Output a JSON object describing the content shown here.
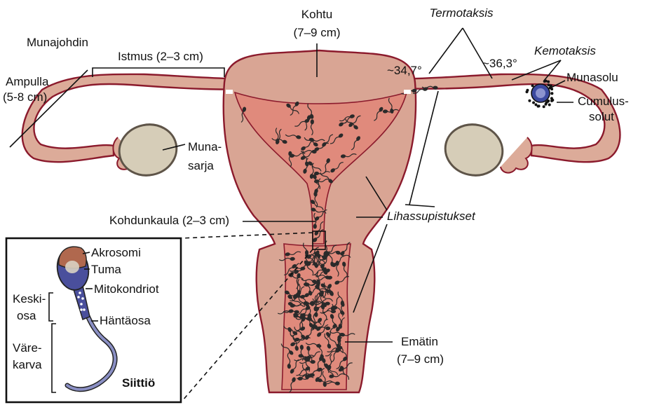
{
  "colors": {
    "outline": "#8b1a2c",
    "uterine_wall": "#d9a594",
    "tube_fill": "#dcab99",
    "cavity": "#e08a7c",
    "ovary": "#d6cdb8",
    "sperm": "#2a2a2a",
    "sperm_head_top": "#b0684e",
    "sperm_midpiece": "#4a4f9c",
    "oocyte": "#3c4aa0"
  },
  "labels": {
    "kohtu": "Kohtu",
    "kohtu_size": "(7–9 cm)",
    "termotaksis": "Termotaksis",
    "munajohdin": "Munajohdin",
    "istmus": "Istmus (2–3 cm)",
    "ampulla": "Ampulla",
    "ampulla_size": "(5-8 cm)",
    "temp_left": "~34,7°",
    "temp_right": "~36,3°",
    "kemotaksis": "Kemotaksis",
    "munasolu": "Munasolu",
    "cumulus_1": "Cumulus-",
    "cumulus_2": "solut",
    "munasarja_1": "Muna-",
    "munasarja_2": "sarja",
    "kohdunkaula": "Kohdunkaula (2–3 cm)",
    "lihassupistukset": "Lihassupistukset",
    "ematin": "Emätin",
    "ematin_size": "(7–9 cm)"
  },
  "inset": {
    "akrosomi": "Akrosomi",
    "tuma": "Tuma",
    "mitokondriot": "Mitokondriot",
    "keski_1": "Keski-",
    "keski_2": "osa",
    "hantaosa": "Häntäosa",
    "vare_1": "Väre-",
    "vare_2": "karva",
    "siittio": "Siittiö"
  }
}
